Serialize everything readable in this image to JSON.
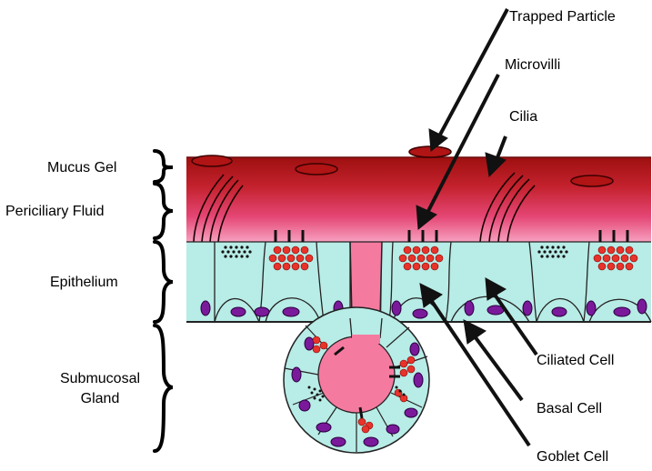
{
  "labels": {
    "trapped_particle": "Trapped Particle",
    "microvilli": "Microvilli",
    "cilia": "Cilia",
    "mucus_gel": "Mucus Gel",
    "periciliary_fluid": "Periciliary Fluid",
    "epithelium": "Epithelium",
    "submucosal_gland_line1": "Submucosal",
    "submucosal_gland_line2": "Gland",
    "ciliated_cell": "Ciliated Cell",
    "basal_cell": "Basal Cell",
    "goblet_cell": "Goblet Cell"
  },
  "colors": {
    "mucus_dark": "#a01212",
    "mucus_mid": "#d42d3c",
    "periciliary_pink": "#f25b8c",
    "cell_fill": "#b8ece6",
    "nucleus": "#7a1a9a",
    "granule": "#e8322a",
    "gland_lumen": "#f57aa0",
    "particle": "#b01414"
  }
}
